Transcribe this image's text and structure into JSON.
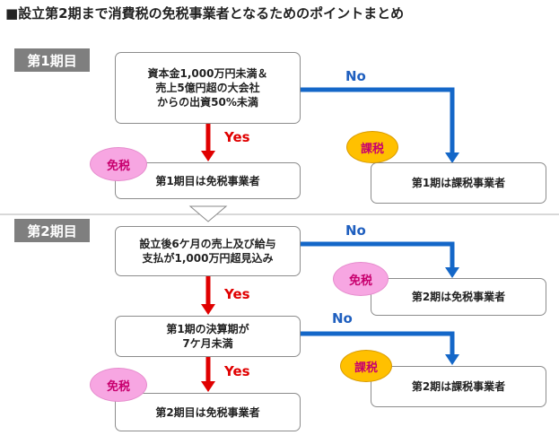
{
  "title": "■設立第2期まで消費税の免税事業者となるためのポイントまとめ",
  "periods": {
    "p1": "第1期目",
    "p2": "第2期目"
  },
  "boxes": {
    "cond1": "資本金1,000万円未満＆\n売上5億円超の大会社\nからの出資50%未満",
    "res1_exempt": "第1期目は免税事業者",
    "res1_taxable": "第1期は課税事業者",
    "cond2": "設立後6ケ月の売上及び給与\n支払が1,000万円超見込み",
    "res2_exempt_a": "第2期は免税事業者",
    "cond3": "第1期の決算期が\n7ケ月未満",
    "res2_taxable": "第2期は課税事業者",
    "res2_exempt_b": "第2期目は免税事業者"
  },
  "badges": {
    "exempt": "免税",
    "taxable": "課税"
  },
  "labels": {
    "yes": "Yes",
    "no": "No"
  },
  "colors": {
    "yes_arrow": "#e00000",
    "no_arrow": "#1467c8",
    "exempt_badge": "#f7a6e2",
    "taxable_badge": "#ffc000",
    "period_bg": "#7f7f7f"
  }
}
